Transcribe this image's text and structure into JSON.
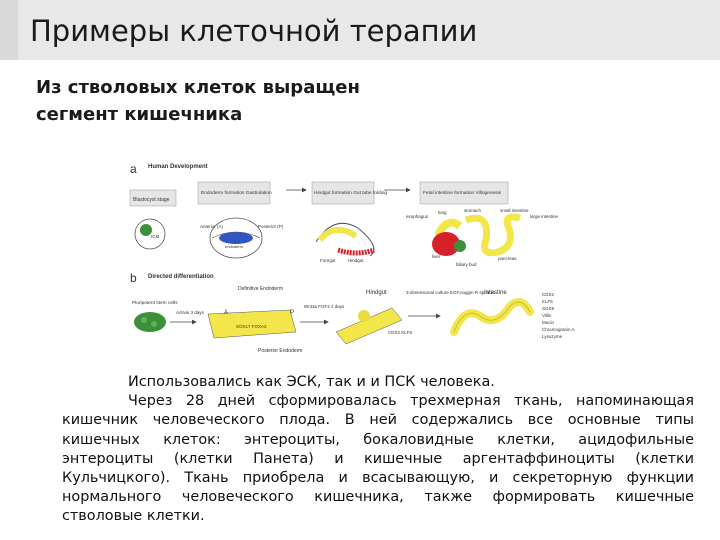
{
  "slide": {
    "title": "Примеры клеточной терапии",
    "subtitle_line1": "Из стволовых клеток выращен",
    "subtitle_line2": "сегмент кишечника"
  },
  "figure": {
    "panel_a_label": "a",
    "panel_b_label": "b",
    "human_development": "Human Development",
    "directed_differentiation": "Directed differentiation",
    "blastocyst_stage": "Blastocyst stage",
    "icm": "ICM",
    "endoderm_formation": "Endoderm formation Gastrulation",
    "hindgut_formation": "Hindgut formation Gut tube folding",
    "fetal_intestine": "Fetal intestine formation Villogenesis",
    "anterior": "Anterior (A)",
    "posterior": "Posterior (P)",
    "endoderm": "endoderm",
    "foregut": "Foregut",
    "hindgut_small": "Hindgut",
    "esophagus": "esophagus",
    "lung": "lung",
    "stomach": "stomach",
    "small_intestine": "small intestine",
    "large_intestine": "large intestine",
    "liver": "liver",
    "pancreas": "pancreas",
    "biliary_bud": "biliary bud",
    "pluripotent": "Pluripotent stem cells",
    "activin": "Activin 3 days",
    "definitive_endoderm": "Definitive Endoderm",
    "sox17_foxa2": "SOX17 FOXA2",
    "posterior_endoderm": "Posterior Endoderm",
    "fgf": "Wnt3a FGF4 4 days",
    "cdx2_klf5": "CDX2 KLF5",
    "hindgut": "Hindgut",
    "three_d_culture": "3-dimensional culture EGF,noggin R-spondin",
    "intestine": "Intestine",
    "markers": [
      "CDX2",
      "KLF5",
      "SOX9",
      "Villin",
      "Mucin",
      "Chromogranin A",
      "Lysozyme"
    ],
    "a_letter": "A",
    "p_letter": "P"
  },
  "body": {
    "para1": "Использовались как ЭСК, так и и ПСК человека.",
    "para2": "Через 28 дней сформировалась трехмерная ткань, напоминающая кишечник человеческого плода. В ней содержались все основные типы кишечных клеток: энтероциты, бокаловидные клетки, ацидофильные энтероциты (клетки Панета) и кишечные аргентаффиноциты (клетки Кульчицкого). Ткань приобрела и всасывающую, и секреторную функции нормального человеческого кишечника, также формировать кишечные стволовые клетки."
  },
  "colors": {
    "title_bar": "#e8e8e8",
    "yellow": "#f2e64a",
    "red": "#d8202a",
    "green": "#3d8f3a",
    "blue": "#2f56c4",
    "gray_box": "#e6e6e6"
  }
}
